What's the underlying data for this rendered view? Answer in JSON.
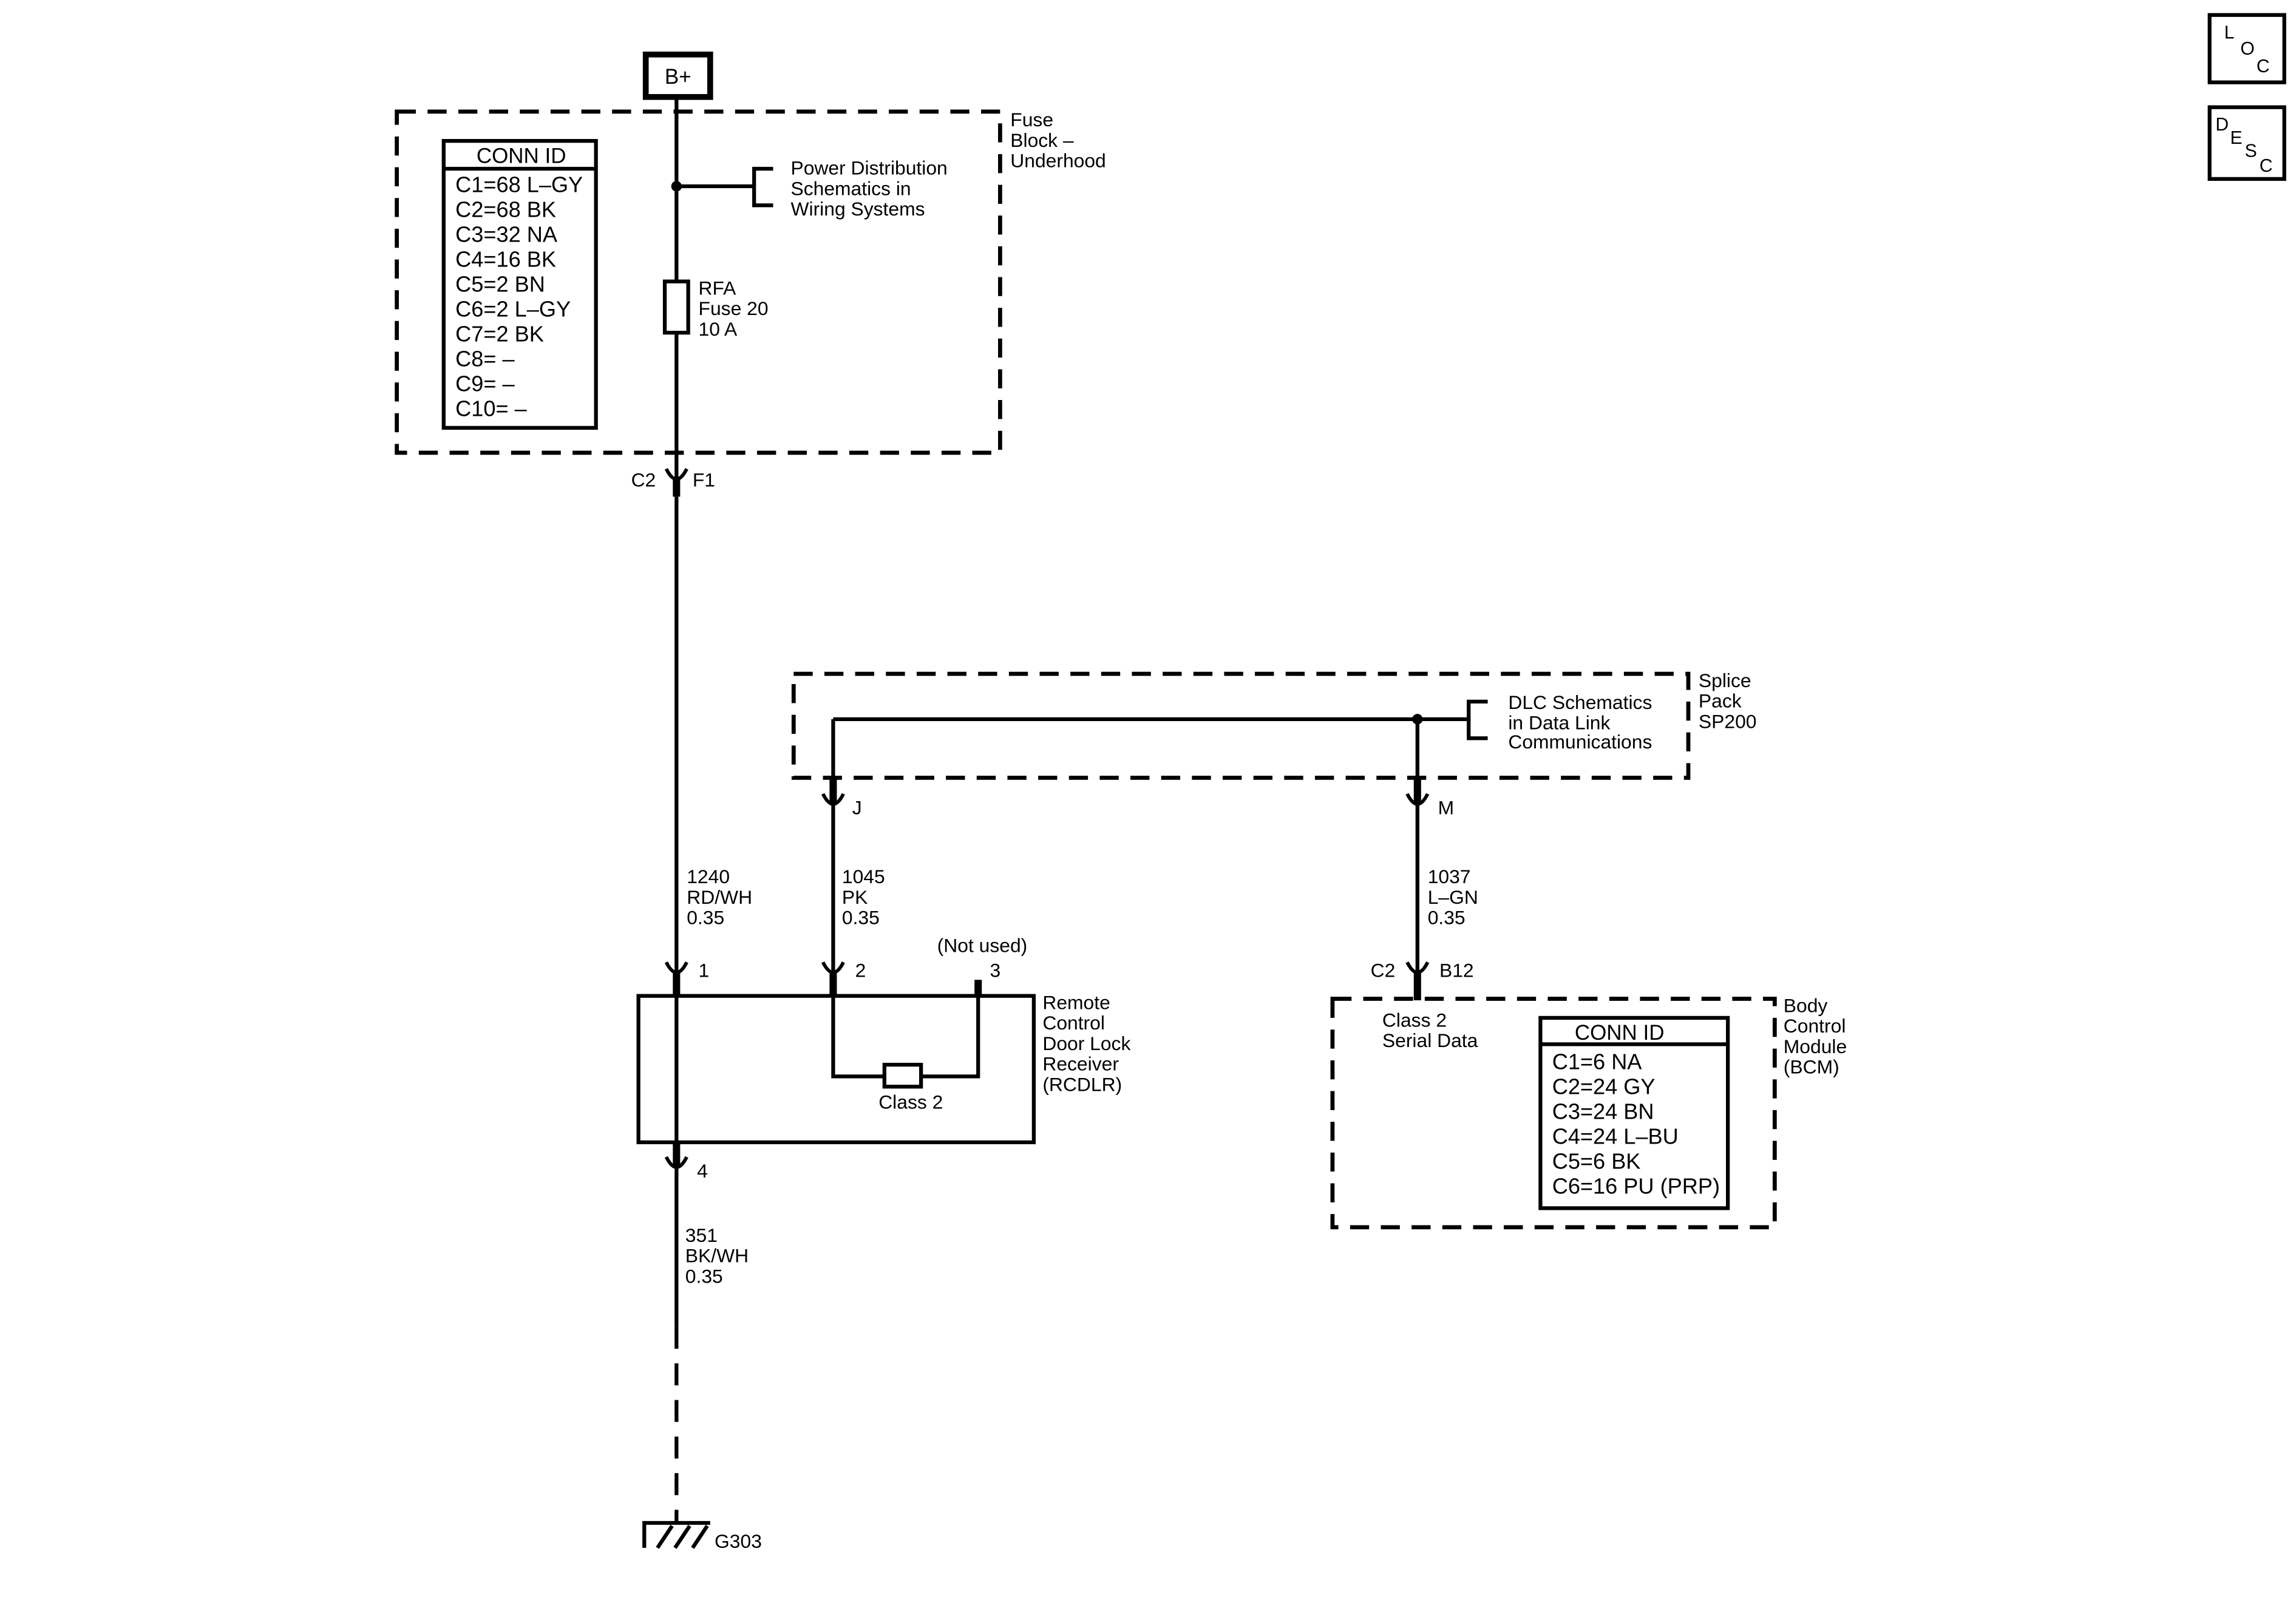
{
  "colors": {
    "line": "#000000",
    "background": "#ffffff"
  },
  "power_source": {
    "label": "B+"
  },
  "fuse_block": {
    "label": [
      "Fuse",
      "Block –",
      "Underhood"
    ],
    "conn_id": {
      "title": "CONN ID",
      "rows": [
        "C1=68 L–GY",
        "C2=68 BK",
        "C3=32 NA",
        "C4=16 BK",
        "C5=2 BN",
        "C6=2 L–GY",
        "C7=2 BK",
        "C8= –",
        "C9= –",
        "C10= –"
      ]
    },
    "power_dist_ref": [
      "Power Distribution",
      "Schematics in",
      "Wiring  Systems"
    ],
    "fuse": {
      "label": [
        "RFA",
        "Fuse 20",
        "10 A"
      ]
    }
  },
  "connectors": {
    "c2_f1": {
      "left": "C2",
      "right": "F1"
    },
    "splice_j": "J",
    "splice_m": "M",
    "pin1": "1",
    "pin2": "2",
    "pin3": "3",
    "pin4": "4",
    "c2_b12": {
      "left": "C2",
      "right": "B12"
    },
    "not_used": "(Not used)"
  },
  "wires": {
    "w1240": [
      "1240",
      "RD/WH",
      "0.35"
    ],
    "w1045": [
      "1045",
      "PK",
      "0.35"
    ],
    "w1037": [
      "1037",
      "L–GN",
      "0.35"
    ],
    "w351": [
      "351",
      "BK/WH",
      "0.35"
    ]
  },
  "splice_pack": {
    "label": [
      "Splice",
      "Pack",
      "SP200"
    ],
    "dlc_ref": [
      "DLC Schematics",
      "in Data Link",
      "Communications"
    ]
  },
  "rcdlr": {
    "label": [
      "Remote",
      "Control",
      "Door Lock",
      "Receiver",
      "(RCDLR)"
    ],
    "internal": "Class 2"
  },
  "bcm": {
    "label": [
      "Body",
      "Control",
      "Module",
      "(BCM)"
    ],
    "circuit": [
      "Class 2",
      "Serial Data"
    ],
    "conn_id": {
      "title": "CONN ID",
      "rows": [
        "C1=6 NA",
        "C2=24 GY",
        "C3=24 BN",
        "C4=24 L–BU",
        "C5=6 BK",
        "C6=16 PU (PRP)"
      ]
    }
  },
  "ground": {
    "label": "G303"
  },
  "nav": {
    "loc": [
      "L",
      "O",
      "C"
    ],
    "desc": [
      "D",
      "E",
      "S",
      "C"
    ]
  }
}
